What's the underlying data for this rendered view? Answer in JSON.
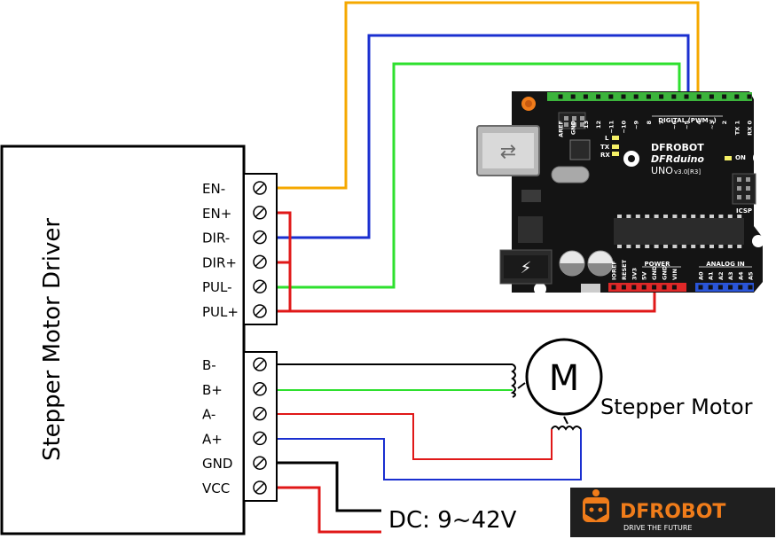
{
  "driver": {
    "title": "Stepper Motor Driver",
    "top_pins": [
      "EN-",
      "EN+",
      "DIR-",
      "DIR+",
      "PUL-",
      "PUL+"
    ],
    "bottom_pins": [
      "B-",
      "B+",
      "A-",
      "A+",
      "GND",
      "VCC"
    ]
  },
  "motor": {
    "symbol": "M",
    "label": "Stepper Motor"
  },
  "power": {
    "label": "DC: 9~42V"
  },
  "board": {
    "brand": "DFROBOT",
    "model": "DFRduino",
    "version_main": "UNO",
    "version_sub": "v3.0[R3]",
    "digital_label": "DIGITAL (PWM~)",
    "digital_pins": [
      "AREF",
      "GND",
      "13",
      "12",
      "~11",
      "~10",
      "~9",
      "8",
      "7",
      "~6",
      "~5",
      "4",
      "~3",
      "2",
      "TX 1",
      "RX 0"
    ],
    "power_label": "POWER",
    "power_pins": [
      "IOREF",
      "RESET",
      "3V3",
      "5V",
      "GND",
      "GND",
      "VIN"
    ],
    "analog_label": "ANALOG IN",
    "analog_pins": [
      "A0",
      "A1",
      "A2",
      "A3",
      "A4",
      "A5"
    ],
    "led_labels": [
      "L",
      "TX",
      "RX"
    ],
    "on_label": "ON",
    "icsp_label": "ICSP"
  },
  "logo": {
    "name": "DFROBOT",
    "tagline": "DRIVE THE FUTURE"
  },
  "colors": {
    "wire_orange": "#f5a800",
    "wire_blue": "#1a2fd0",
    "wire_green": "#2ee02e",
    "wire_red": "#e01818",
    "wire_black": "#000000",
    "header_green": "#3cb43c",
    "header_red": "#e02828",
    "header_blue": "#2a55d8",
    "board_black": "#111111",
    "logo_orange": "#f07c1a"
  }
}
